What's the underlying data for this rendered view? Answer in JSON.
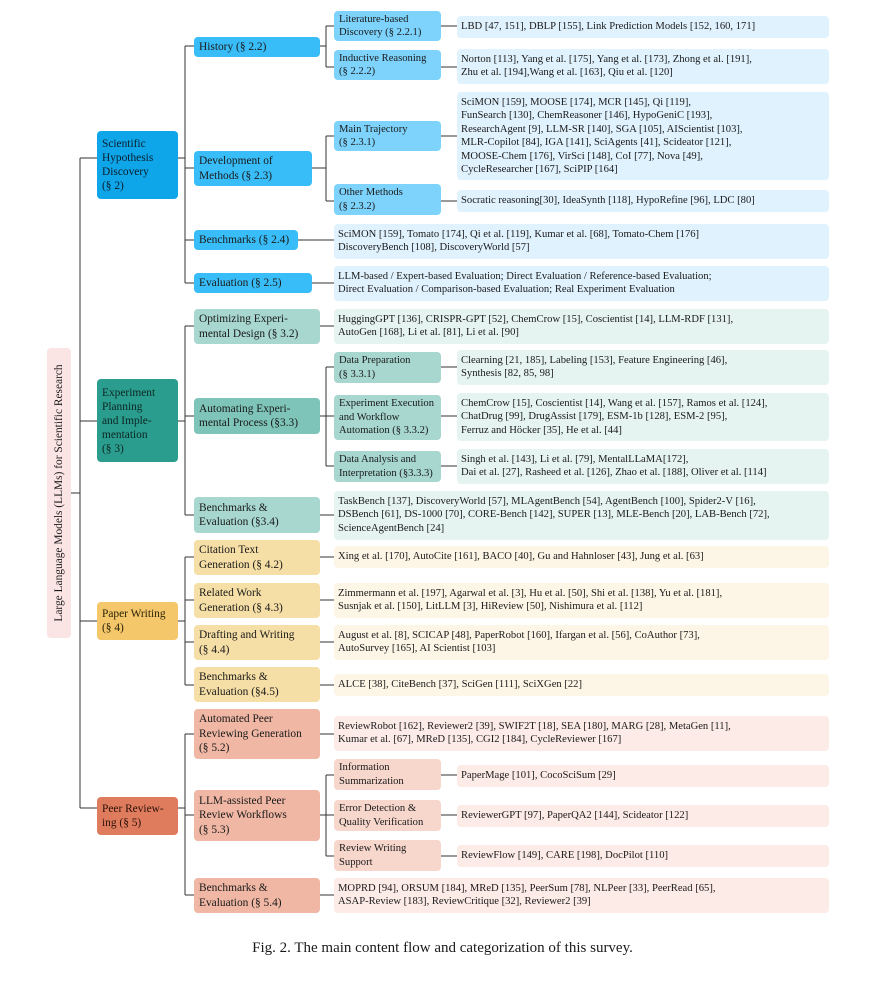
{
  "root": "Large Language Models (LLMs) for Scientific Research",
  "caption": "Fig. 2.  The main content flow and categorization of this survey.",
  "colors": {
    "sec2": "#0ea5e9",
    "sec2_light": "#38bdf8",
    "sec2_sub": "#7dd3fc",
    "sec2_leaf": "#e0f2fe",
    "sec3": "#2a9d8f",
    "sec3_light": "#a7d7cf",
    "sec3_sub": "#a7d7cf",
    "sec3_leaf": "#e6f4f1",
    "sec4": "#f4c76a",
    "sec4_light": "#f6dfa6",
    "sec4_leaf": "#fdf5e6",
    "sec5": "#e07c5e",
    "sec5_light": "#efb7a4",
    "sec5_sub": "#f7d7cc",
    "sec5_leaf": "#fcebe6"
  },
  "sections": {
    "s2": {
      "label": "Scientific\nHypothesis\nDiscovery\n(§ 2)",
      "history": "History (§ 2.2)",
      "lit_based": "Literature-based\nDiscovery (§ 2.2.1)",
      "lit_based_leaf": "LBD [47, 151], DBLP [155], Link Prediction Models [152, 160, 171]",
      "inductive": "Inductive Reasoning\n(§ 2.2.2)",
      "inductive_leaf": "Norton [113], Yang et al. [175], Yang et al. [173], Zhong et al. [191],\nZhu et al. [194],Wang et al. [163], Qiu et al. [120]",
      "dev": "Development of\nMethods (§ 2.3)",
      "main_traj": "Main Trajectory\n(§ 2.3.1)",
      "main_traj_leaf": "SciMON [159], MOOSE [174], MCR [145], Qi [119],\nFunSearch [130], ChemReasoner [146], HypoGeniC [193],\nResearchAgent [9], LLM-SR [140], SGA [105], AIScientist [103],\nMLR-Copilot [84], IGA [141], SciAgents [41], Scideator [121],\nMOOSE-Chem [176], VirSci [148], CoI [77], Nova [49],\nCycleResearcher [167], SciPIP [164]",
      "other": "Other Methods\n(§ 2.3.2)",
      "other_leaf": "Socratic reasoning[30], IdeaSynth [118], HypoRefine [96], LDC [80]",
      "bench": "Benchmarks (§ 2.4)",
      "bench_leaf": "SciMON [159], Tomato [174], Qi et al. [119], Kumar et al. [68], Tomato-Chem [176]\nDiscoveryBench [108], DiscoveryWorld [57]",
      "eval": "Evaluation (§ 2.5)",
      "eval_leaf": "LLM-based / Expert-based Evaluation; Direct Evaluation / Reference-based Evaluation;\nDirect Evaluation / Comparison-based Evaluation; Real Experiment Evaluation"
    },
    "s3": {
      "label": "Experiment\nPlanning\nand Imple-\nmentation\n(§ 3)",
      "opt": "Optimizing Experi-\nmental Design (§ 3.2)",
      "opt_leaf": "HuggingGPT [136], CRISPR-GPT [52], ChemCrow [15], Coscientist [14], LLM-RDF [131],\nAutoGen [168], Li et al. [81], Li et al. [90]",
      "auto": "Automating Experi-\nmental Process (§3.3)",
      "prep": "Data Preparation\n(§ 3.3.1)",
      "prep_leaf": "Clearning [21, 185], Labeling [153], Feature Engineering [46],\nSynthesis [82, 85, 98]",
      "exec": "Experiment Execution\nand Workflow\nAutomation (§ 3.3.2)",
      "exec_leaf": "ChemCrow [15], Coscientist [14], Wang et al. [157], Ramos et al. [124],\nChatDrug [99], DrugAssist [179], ESM-1b [128], ESM-2 [95],\nFerruz and Höcker [35], He et al. [44]",
      "analysis": "Data Analysis and\nInterpretation (§3.3.3)",
      "analysis_leaf": "Singh et al. [143], Li et al. [79], MentalLLaMA[172],\nDai et al. [27], Rasheed et al. [126], Zhao et al. [188], Oliver et al. [114]",
      "bench": "Benchmarks &\nEvaluation (§3.4)",
      "bench_leaf": "TaskBench [137], DiscoveryWorld [57], MLAgentBench [54], AgentBench [100], Spider2-V [16],\nDSBench [61], DS-1000 [70], CORE-Bench [142], SUPER [13], MLE-Bench [20], LAB-Bench [72],\nScienceAgentBench [24]"
    },
    "s4": {
      "label": "Paper Writing\n(§ 4)",
      "cite": "Citation Text\nGeneration (§ 4.2)",
      "cite_leaf": "Xing et al. [170], AutoCite [161], BACO [40], Gu and Hahnloser [43], Jung et al. [63]",
      "related": "Related Work\nGeneration (§ 4.3)",
      "related_leaf": "Zimmermann et al. [197], Agarwal et al. [3], Hu et al. [50], Shi et al. [138], Yu et al. [181],\nSusnjak et al. [150], LitLLM [3], HiReview [50], Nishimura et al. [112]",
      "draft": "Drafting and Writing\n(§ 4.4)",
      "draft_leaf": "August et al. [8], SCICAP [48], PaperRobot [160], Ifargan et al. [56], CoAuthor [73],\nAutoSurvey [165], AI Scientist [103]",
      "bench": "Benchmarks &\nEvaluation (§4.5)",
      "bench_leaf": "ALCE [38], CiteBench [37], SciGen [111], SciXGen [22]"
    },
    "s5": {
      "label": "Peer Review-\ning (§ 5)",
      "auto": "Automated Peer\nReviewing Generation\n(§ 5.2)",
      "auto_leaf": "ReviewRobot [162], Reviewer2 [39],  SWIF2T [18], SEA [180], MARG [28], MetaGen [11],\nKumar et al. [67], MReD [135], CGI2 [184], CycleReviewer [167]",
      "assist": "LLM-assisted Peer\nReview Workflows\n(§ 5.3)",
      "info": "Information\nSummarization",
      "info_leaf": "PaperMage [101], CocoSciSum [29]",
      "error": "Error Detection &\nQuality Verification",
      "error_leaf": "ReviewerGPT [97], PaperQA2 [144], Scideator [122]",
      "writing": "Review Writing\nSupport",
      "writing_leaf": "ReviewFlow [149], CARE [198], DocPilot [110]",
      "bench": "Benchmarks &\nEvaluation (§ 5.4)",
      "bench_leaf": "MOPRD [94], ORSUM [184], MReD [135], PeerSum [78], NLPeer [33], PeerRead [65],\nASAP-Review [183], ReviewCritique [32], Reviewer2 [39]"
    }
  }
}
